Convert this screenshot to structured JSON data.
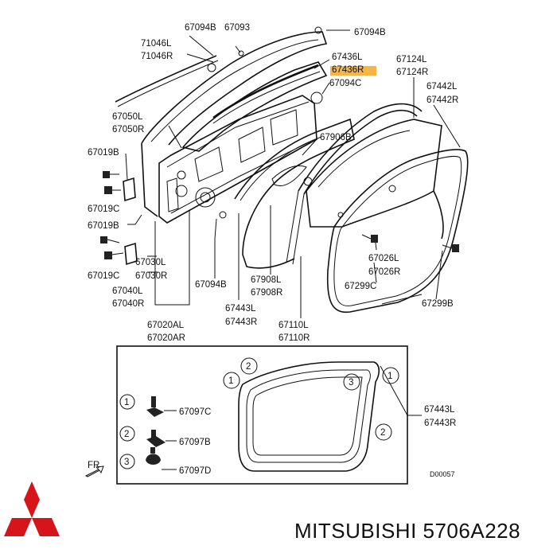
{
  "labels": {
    "l_67094b_top": "67094B",
    "l_67093": "67093",
    "l_67094b_right": "67094B",
    "l_71046l": "71046L",
    "l_71046r": "71046R",
    "l_67436l": "67436L",
    "l_67436r": "67436R",
    "l_67124l": "67124L",
    "l_67124r": "67124R",
    "l_67094c": "67094C",
    "l_67442l": "67442L",
    "l_67442r": "67442R",
    "l_67050l": "67050L",
    "l_67050r": "67050R",
    "l_67906b": "67906B",
    "l_67019b_1": "67019B",
    "l_67019c_1": "67019C",
    "l_67019b_2": "67019B",
    "l_67019c_2": "67019C",
    "l_67030l": "67030L",
    "l_67030r": "67030R",
    "l_67040l": "67040L",
    "l_67040r": "67040R",
    "l_67094b_bottom": "67094B",
    "l_67908l": "67908L",
    "l_67908r": "67908R",
    "l_67026l": "67026L",
    "l_67026r": "67026R",
    "l_67299c": "67299C",
    "l_67443l": "67443L",
    "l_67443r": "67443R",
    "l_67299b": "67299B",
    "l_67020al": "67020AL",
    "l_67020ar": "67020AR",
    "l_67110l": "67110L",
    "l_67110r": "67110R",
    "l_67097c": "67097C",
    "l_67097b": "67097B",
    "l_67097d": "67097D",
    "l_67443l_2": "67443L",
    "l_67443r_2": "67443R",
    "l_fr": "FR",
    "l_code": "D00057",
    "callout_1": "1",
    "callout_2": "2",
    "callout_3": "3"
  },
  "footer": {
    "brand_part": "MITSUBISHI 5706A228"
  },
  "colors": {
    "highlight": "#f5b646",
    "logo": "#d8141b",
    "ink": "#111111"
  },
  "icons": {
    "logo": "mitsubishi-three-diamond-logo",
    "direction": "front-arrow-icon"
  }
}
